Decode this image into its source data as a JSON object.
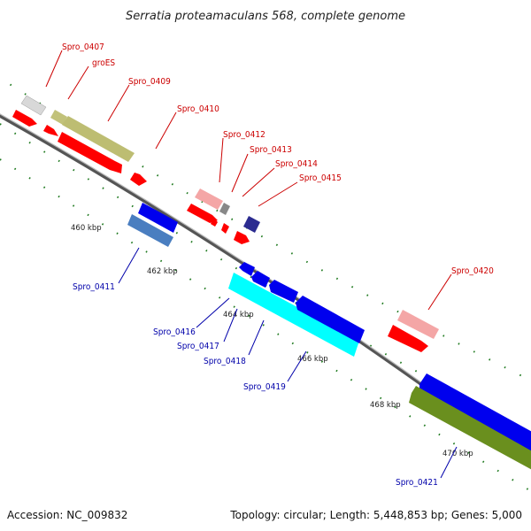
{
  "header": {
    "title": "Serratia proteamaculans 568, complete genome"
  },
  "footer": {
    "accession": "Accession: NC_009832",
    "topology": "Topology: circular; Length: 5,448,853 bp; Genes: 5,000"
  },
  "ticks": [
    "460 kbp",
    "462 kbp",
    "464 kbp",
    "466 kbp",
    "468 kbp",
    "470 kbp"
  ],
  "labels_forward": [
    "Spro_0407",
    "groES",
    "Spro_0409",
    "Spro_0410",
    "Spro_0412",
    "Spro_0413",
    "Spro_0414",
    "Spro_0415",
    "Spro_0420"
  ],
  "labels_reverse": [
    "Spro_0411",
    "Spro_0416",
    "Spro_0417",
    "Spro_0418",
    "Spro_0419",
    "Spro_0421"
  ],
  "colors": {
    "forward_label": "#cc0000",
    "reverse_label": "#0000aa",
    "forward_cds": "#ff0000",
    "reverse_cds": "#0000ee",
    "backbone": "#8c8c8c",
    "dots": "#1f7a1f"
  }
}
